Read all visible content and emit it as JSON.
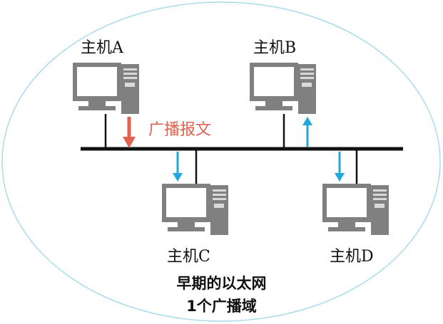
{
  "hosts": {
    "a": {
      "label": "主机A"
    },
    "b": {
      "label": "主机B"
    },
    "c": {
      "label": "主机C"
    },
    "d": {
      "label": "主机D"
    }
  },
  "message": {
    "label": "广播报文"
  },
  "caption": {
    "line1": "早期的以太网",
    "line2": "1个广播域"
  },
  "colors": {
    "domain_fill": "#ffffff",
    "domain_stroke": "#a8dbec",
    "bus": "#111111",
    "send_arrow": "#e2624f",
    "receive_arrow": "#21a7dc",
    "computer": "#808080"
  },
  "icons": {
    "host": "desktop-computer-icon"
  }
}
